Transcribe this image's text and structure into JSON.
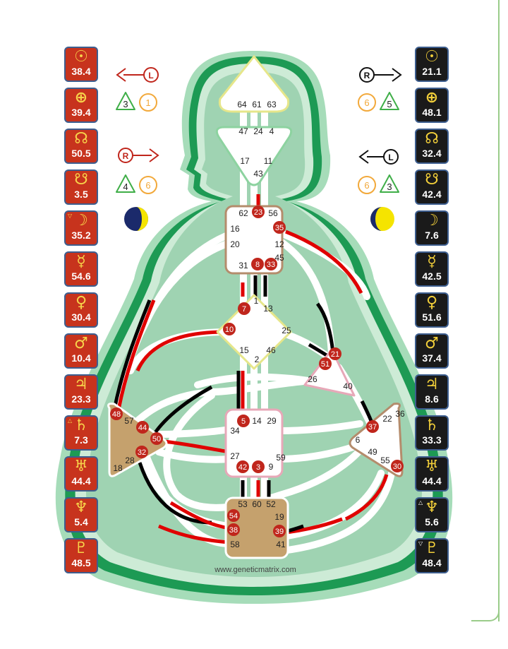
{
  "footer": {
    "website": "www.geneticmatrix.com"
  },
  "arrows": {
    "left_top": {
      "letter": "L",
      "tri": "3",
      "circ": "1"
    },
    "left_bottom": {
      "letter": "R",
      "tri": "4",
      "circ": "6"
    },
    "right_top": {
      "letter": "R",
      "circ": "6",
      "tri": "5"
    },
    "right_bottom": {
      "letter": "L",
      "circ": "6",
      "tri": "3"
    }
  },
  "design_planets": [
    {
      "symbol": "☉",
      "value": "38.4"
    },
    {
      "symbol": "⊕",
      "value": "39.4"
    },
    {
      "symbol": "☊",
      "value": "50.5"
    },
    {
      "symbol": "☋",
      "value": "3.5"
    },
    {
      "symbol": "☽",
      "value": "35.2",
      "mark": "▽"
    },
    {
      "symbol": "☿",
      "value": "54.6"
    },
    {
      "symbol": "♀",
      "value": "30.4"
    },
    {
      "symbol": "♂",
      "value": "10.4"
    },
    {
      "symbol": "♃",
      "value": "23.3"
    },
    {
      "symbol": "♄",
      "value": "7.3",
      "mark": "△"
    },
    {
      "symbol": "♅",
      "value": "44.4"
    },
    {
      "symbol": "♆",
      "value": "5.4"
    },
    {
      "symbol": "♇",
      "value": "48.5"
    }
  ],
  "personality_planets": [
    {
      "symbol": "☉",
      "value": "21.1"
    },
    {
      "symbol": "⊕",
      "value": "48.1"
    },
    {
      "symbol": "☊",
      "value": "32.4"
    },
    {
      "symbol": "☋",
      "value": "42.4"
    },
    {
      "symbol": "☽",
      "value": "7.6"
    },
    {
      "symbol": "☿",
      "value": "42.5"
    },
    {
      "symbol": "♀",
      "value": "51.6"
    },
    {
      "symbol": "♂",
      "value": "37.4"
    },
    {
      "symbol": "♃",
      "value": "8.6"
    },
    {
      "symbol": "♄",
      "value": "33.3"
    },
    {
      "symbol": "♅",
      "value": "44.4"
    },
    {
      "symbol": "♆",
      "value": "5.6",
      "mark": "△"
    },
    {
      "symbol": "♇",
      "value": "48.4",
      "mark": "▽"
    }
  ],
  "centers": {
    "head": [
      "64",
      "61",
      "63"
    ],
    "ajna": [
      "47",
      "24",
      "4",
      "17",
      "11",
      "43"
    ],
    "throat": [
      "62",
      "23",
      "56",
      "16",
      "35",
      "20",
      "12",
      "31",
      "8",
      "33",
      "45"
    ],
    "g": [
      "1",
      "7",
      "13",
      "10",
      "25",
      "15",
      "46",
      "2"
    ],
    "heart": [
      "21",
      "51",
      "26",
      "40"
    ],
    "sacral": [
      "5",
      "14",
      "29",
      "34",
      "27",
      "59",
      "42",
      "3",
      "9"
    ],
    "spleen": [
      "48",
      "57",
      "44",
      "50",
      "32",
      "28",
      "18"
    ],
    "solar_plexus": [
      "22",
      "36",
      "37",
      "6",
      "49",
      "55",
      "30"
    ],
    "root": [
      "53",
      "60",
      "52",
      "54",
      "19",
      "38",
      "39",
      "58",
      "41"
    ]
  },
  "active_gates": [
    "23",
    "35",
    "8",
    "33",
    "7",
    "10",
    "21",
    "51",
    "5",
    "42",
    "3",
    "48",
    "44",
    "50",
    "32",
    "37",
    "30",
    "54",
    "38",
    "39"
  ]
}
